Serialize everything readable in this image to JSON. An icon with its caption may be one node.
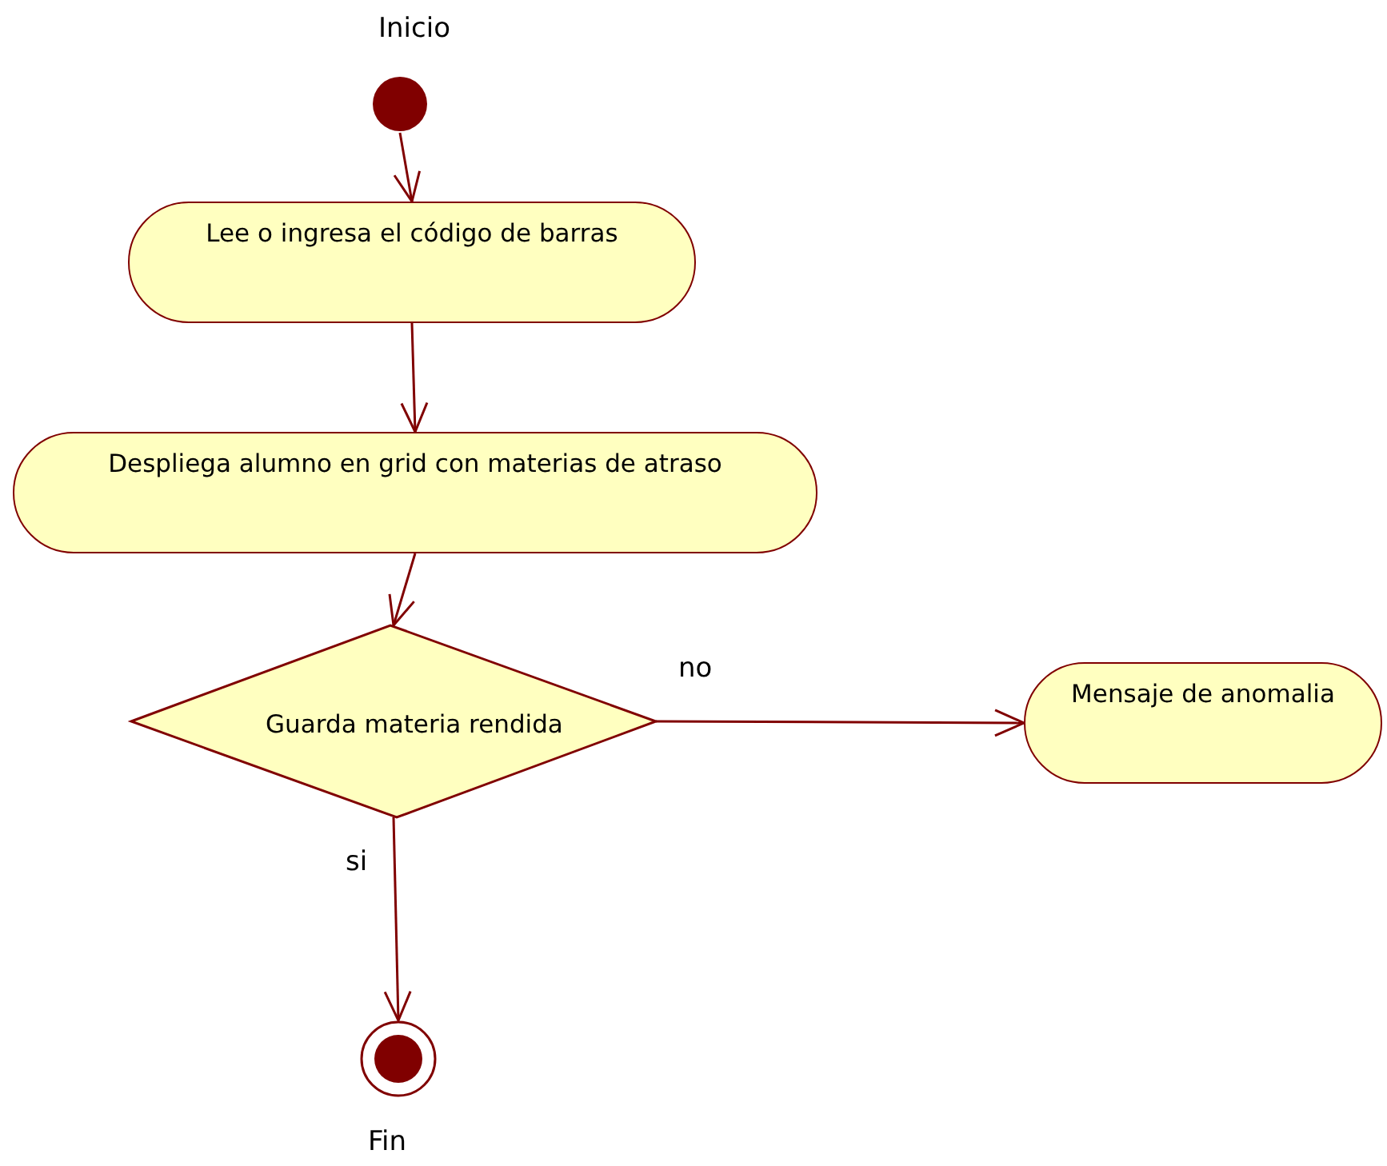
{
  "diagram": {
    "nodes": [
      {
        "text": [],
        "shape": "circle",
        "beside": [
          "Inicio"
        ]
      },
      {
        "text": [
          "Lee o ingresa el código de barras"
        ]
      },
      {
        "text": [
          "Despliega alumno en grid con materias de atraso"
        ]
      },
      {
        "text": [
          "Guarda materia rendida"
        ]
      },
      {
        "text": [
          "Mensaje de anomalia"
        ]
      },
      {
        "text": [],
        "shape": "circle",
        "beside": [
          "Fin"
        ]
      }
    ],
    "edges": [
      {
        "from": 0,
        "to": 1,
        "arrow": "to"
      },
      {
        "from": 1,
        "to": 2,
        "arrow": "to"
      },
      {
        "from": 2,
        "to": 3,
        "arrow": "to"
      },
      {
        "from": 3,
        "to": 4,
        "arrow": "to",
        "label": "no"
      },
      {
        "from": 3,
        "to": 5,
        "arrow": "to",
        "label": "si"
      }
    ]
  }
}
